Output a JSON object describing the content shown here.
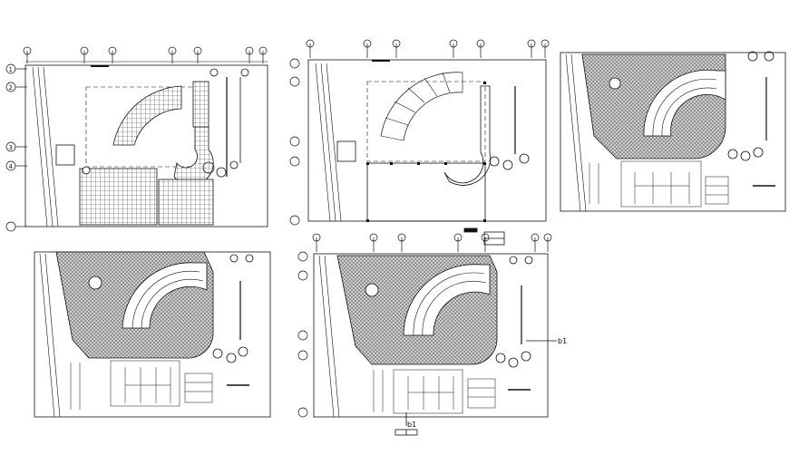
{
  "drawing": {
    "axis_markers": [
      "1",
      "2",
      "3",
      "4"
    ],
    "section_label": "b1",
    "colors": {
      "line": "#111111",
      "hatch": "#8a8a8a",
      "paper": "#ffffff"
    }
  }
}
